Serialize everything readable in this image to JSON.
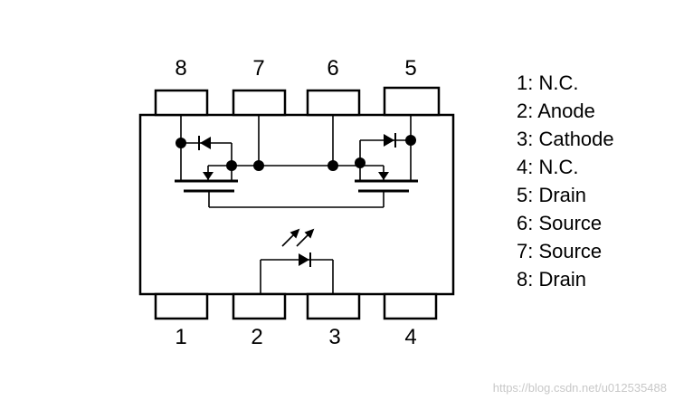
{
  "pins_top": [
    {
      "number": "8"
    },
    {
      "number": "7"
    },
    {
      "number": "6"
    },
    {
      "number": "5"
    }
  ],
  "pins_bottom": [
    {
      "number": "1"
    },
    {
      "number": "2"
    },
    {
      "number": "3"
    },
    {
      "number": "4"
    }
  ],
  "legend": [
    {
      "text": "1: N.C."
    },
    {
      "text": "2: Anode"
    },
    {
      "text": "3: Cathode"
    },
    {
      "text": "4: N.C."
    },
    {
      "text": "5: Drain"
    },
    {
      "text": "6: Source"
    },
    {
      "text": "7: Source"
    },
    {
      "text": "8: Drain"
    }
  ],
  "watermark": "https://blog.csdn.net/u012535488"
}
